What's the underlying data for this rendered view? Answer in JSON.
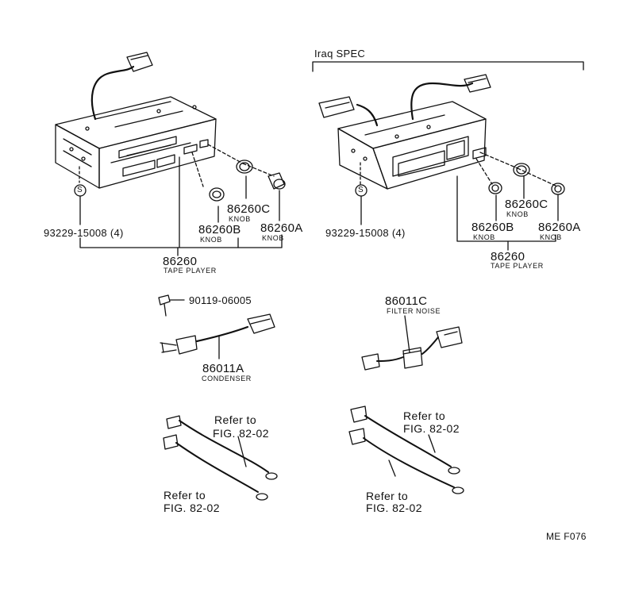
{
  "header": {
    "iraq_spec": "Iraq SPEC"
  },
  "left_unit": {
    "screw_part": "93229-15008",
    "screw_qty": "(4)",
    "screw_symbol": "S",
    "knob_c": {
      "part": "86260C",
      "desc": "KNOB"
    },
    "knob_b": {
      "part": "86260B",
      "desc": "KNOB"
    },
    "knob_a": {
      "part": "86260A",
      "desc": "KNOB"
    },
    "tape_player": {
      "part": "86260",
      "desc": "TAPE PLAYER"
    }
  },
  "right_unit": {
    "screw_part": "93229-15008",
    "screw_qty": "(4)",
    "screw_symbol": "S",
    "knob_b": {
      "part": "86260B",
      "desc": "KNOB"
    },
    "knob_c": {
      "part": "86260C",
      "desc": "KNOB"
    },
    "knob_a": {
      "part": "86260A",
      "desc": "KNOB"
    },
    "tape_player": {
      "part": "86260",
      "desc": "TAPE PLAYER"
    }
  },
  "bolt": {
    "part": "90119-06005"
  },
  "condenser": {
    "part": "86011A",
    "desc": "CONDENSER"
  },
  "filter_noise": {
    "part": "86011C",
    "desc": "FILTER NOISE"
  },
  "refs": {
    "left_upper": {
      "line1": "Refer to",
      "line2": "FIG. 82-02"
    },
    "left_lower": {
      "line1": "Refer to",
      "line2": "FIG. 82-02"
    },
    "right_upper": {
      "line1": "Refer to",
      "line2": "FIG. 82-02"
    },
    "right_lower": {
      "line1": "Refer to",
      "line2": "FIG. 82-02"
    }
  },
  "figure_code": "ME F076"
}
